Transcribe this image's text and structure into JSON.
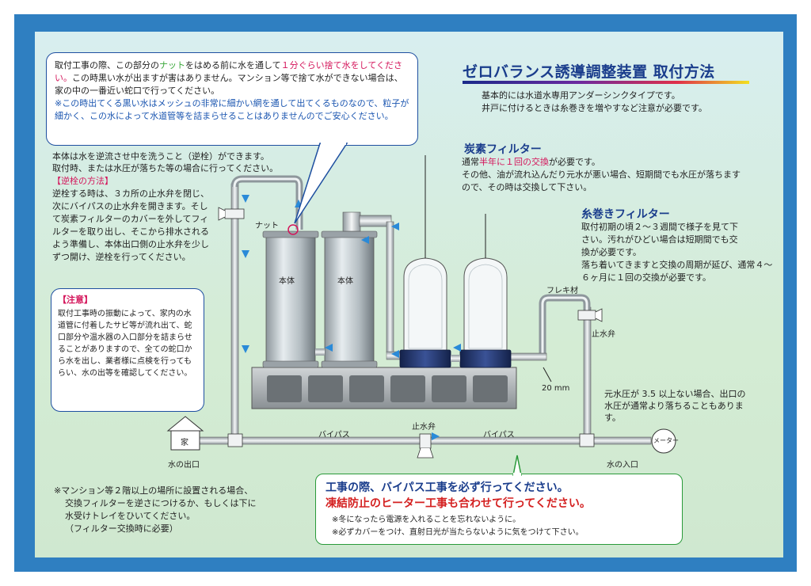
{
  "title": "ゼロバランス誘導調整装置 取付方法",
  "intro": {
    "line1": "基本的には水道水専用アンダーシンクタイプです。",
    "line2": "井戸に付けるときは糸巻きを増やすなど注意が必要です。"
  },
  "nut_note": {
    "p1_before": "取付工事の際、この部分の",
    "p1_nut": "ナット",
    "p1_mid": "をはめる前に水を通して",
    "p1_red": "１分ぐらい捨て水をしてください。",
    "p1_after": "この時黒い水が出ますが害はありません。マンション等で捨て水ができない場合は、家の中の一番近い蛇口で行ってください。",
    "p2": "※この時出てくる黒い水はメッシュの非常に細かい網を通して出てくるものなので、粒子が細かく、この水によって水道管等を詰まらせることはありませんのでご安心ください。"
  },
  "backwash": {
    "line1": "本体は水を逆流させ中を洗うこと（逆栓）ができます。",
    "line2": "取付時、または水圧が落ちた等の場合に行ってください。",
    "heading": "【逆栓の方法】",
    "body": "逆栓する時は、３カ所の止水弁を閉じ、次にバイパスの止水弁を開きます。そして炭素フィルターのカバーを外してフィルターを取り出し、そこから排水されるよう準備し、本体出口側の止水弁を少しずつ開け、逆栓を行ってください。"
  },
  "caution": {
    "heading": "【注意】",
    "body": "取付工事時の振動によって、家内の水道管に付着したサビ等が流れ出て、蛇口部分や温水器の入口部分を詰まらせることがありますので、全ての蛇口から水を出し、業者様に点検を行ってもらい、水の出等を確認してください。"
  },
  "carbon": {
    "heading": "炭素フィルター",
    "line1_before": "通常",
    "line1_red": "半年に１回の交換",
    "line1_after": "が必要です。",
    "body": "その他、油が流れ込んだり元水が悪い場合、短期間でも水圧が落ちますので、その時は交換して下さい。"
  },
  "yarn": {
    "heading": "糸巻きフィルター",
    "body1": "取付初期の頃２～３週間で様子を見て下さい。汚れがひどい場合は短期間でも交換が必要です。",
    "body2": "落ち着いてきますと交換の周期が延び、通常４～６ヶ月に１回の交換が必要です。"
  },
  "pressure_note": "元水圧が 3.5 以上ない場合、出口の水圧が通常より落ちることもあります。",
  "mansion_note": {
    "line1": "※マンション等２階以上の場所に設置される場合、",
    "line2": "交換フィルターを逆さにつけるか、もしくは下に",
    "line3": "水受けトレイをひいてください。",
    "line4": "（フィルター交換時に必要）"
  },
  "warning": {
    "line1": "工事の際、バイパス工事を必ず行ってください。",
    "line2": "凍結防止のヒーター工事も合わせて行ってください。",
    "note1": "※冬になったら電源を入れることを忘れないように。",
    "note2": "※必ずカバーをつけ、直射日光が当たらないように気をつけて下さい。"
  },
  "labels": {
    "nut": "ナット",
    "body1": "本体",
    "body2": "本体",
    "flexible": "フレキ材",
    "stop_valve_right": "止水弁",
    "stop_valve_center": "止水弁",
    "bypass_left": "バイパス",
    "bypass_right": "バイパス",
    "mm20": "20 mm",
    "house": "家",
    "water_out": "水の出口",
    "water_in": "水の入口",
    "meter": "メーター"
  },
  "colors": {
    "frame": "#2f7fc1",
    "title": "#1a3d8c",
    "accent_red": "#d4145a",
    "nut_green": "#3aa83a"
  }
}
